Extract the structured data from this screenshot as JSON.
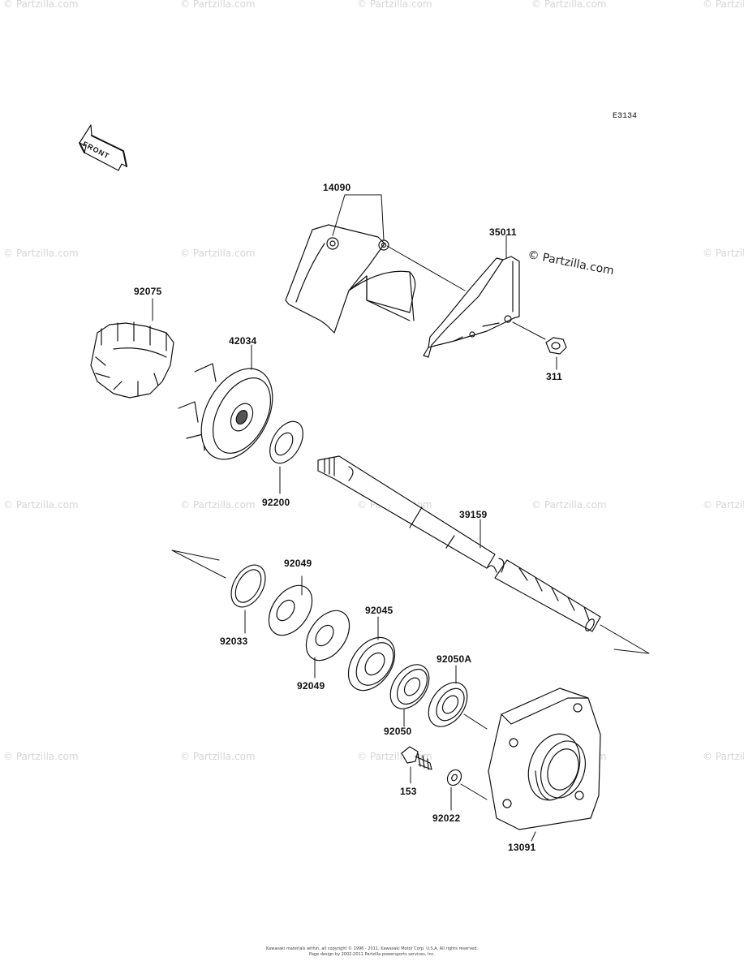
{
  "diagram": {
    "code": "E3134",
    "front_label": "FRONT",
    "copyright_mark": "© Partzilla.com",
    "watermark": "© Partzilla.com",
    "parts": [
      {
        "id": "p14090",
        "number": "14090"
      },
      {
        "id": "p35011",
        "number": "35011"
      },
      {
        "id": "p92075",
        "number": "92075"
      },
      {
        "id": "p42034",
        "number": "42034"
      },
      {
        "id": "p311",
        "number": "311"
      },
      {
        "id": "p92200",
        "number": "92200"
      },
      {
        "id": "p39159",
        "number": "39159"
      },
      {
        "id": "p92049a",
        "number": "92049"
      },
      {
        "id": "p92033",
        "number": "92033"
      },
      {
        "id": "p92045",
        "number": "92045"
      },
      {
        "id": "p92049b",
        "number": "92049"
      },
      {
        "id": "p92050A",
        "number": "92050A"
      },
      {
        "id": "p92050",
        "number": "92050"
      },
      {
        "id": "p153",
        "number": "153"
      },
      {
        "id": "p92022",
        "number": "92022"
      },
      {
        "id": "p13091",
        "number": "13091"
      }
    ],
    "footer_line1": "Kawasaki materials within, all copyright © 1996 - 2011, Kawasaki Motor Corp. U.S.A. All rights reserved.",
    "footer_line2": "Page design by 2002-2011 Partzilla powersports services, Inc."
  }
}
